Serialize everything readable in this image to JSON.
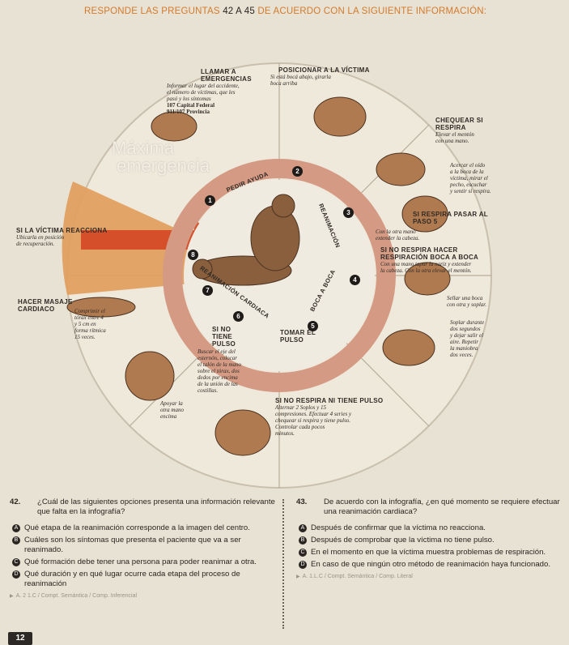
{
  "header": {
    "prefix": "RESPONDE LAS PREGUNTAS ",
    "highlight": "42 A 45",
    "suffix": " DE ACUERDO CON LA SIGUIENTE INFORMACIÓN:"
  },
  "colors": {
    "accent_orange": "#d57a2c",
    "arrow_red": "#d5502a",
    "ring_pink": "#d49a84",
    "paper": "#e7e2d3",
    "wheel_bg": "#efe9dc"
  },
  "infographic": {
    "main_banner": [
      "Máxima",
      "emergencia"
    ],
    "steps": {
      "call": {
        "title": "LLAMAR A EMERGENCIAS",
        "desc": [
          "Informar el lugar del accidente,",
          "el número de víctimas, que les",
          "pasó y los síntomas",
          "107 Capital Federal",
          "911/107 Provincia"
        ]
      },
      "position": {
        "title": "POSICIONAR A LA VÍCTIMA",
        "desc": [
          "Si está bocá abajo, girarla",
          "boca arriba"
        ]
      },
      "check": {
        "title": "CHEQUEAR SI RESPIRA",
        "desc": [
          "Elevar el mentón",
          "con una mano.",
          "Acercar el oído",
          "a la boca de la",
          "víctima, mirar el",
          "pecho, escuchar",
          "y sentir si respira."
        ]
      },
      "breathes": {
        "title": "SI RESPIRA PASAR AL PASO 5",
        "desc": [
          "Con la otra mano",
          "extender la cabeza."
        ]
      },
      "not_breathing": {
        "title": "SI NO RESPIRA HACER RESPIRACIÓN BOCA A BOCA",
        "desc": [
          "Con una mano tapar la nariz y extender",
          "la cabeza. Con la otra elevar el mentón.",
          "Sellar una boca",
          "con otra y soplar.",
          "Soplar durante",
          "dos segundos",
          "y dejar salir el",
          "aire. Repetir",
          "la maniobra",
          "dos veces."
        ]
      },
      "reacts": {
        "title": "SI LA VÍCTIMA REACCIONA",
        "desc": [
          "Ubicarla en posición",
          "de recuperación."
        ]
      },
      "cardiac": {
        "title": "HACER MASAJE CARDIACO",
        "desc": [
          "Comprimir el",
          "tórax entre 4",
          "y 5 cm en",
          "forma rítmica",
          "15 veces."
        ]
      },
      "no_pulse": {
        "title": "SI NO TIENE PULSO",
        "desc": [
          "Buscar el eje del",
          "esternón, colocar",
          "el talón de la mano",
          "sobre el tórax, dos",
          "dedos por encima",
          "de la unión de las",
          "costillas.",
          "Apoyar la",
          "otra mano",
          "encima"
        ]
      },
      "take_pulse": {
        "title": "TOMAR EL PULSO",
        "desc": []
      },
      "no_breath_no_pulse": {
        "title": "SI NO RESPIRA NI TIENE PULSO",
        "desc": [
          "Alternar 2 Soplos y 15",
          "compresiones. Efectuar 4 series y",
          "chequear si respira y tiene pulso.",
          "Controlar cada pocos",
          "minutos."
        ]
      }
    },
    "ring_labels": [
      "PEDIR AYUDA",
      "REANIMACIÓN",
      "BOCA A BOCA",
      "REANIMACIÓN CARDIACA"
    ],
    "numbers": [
      "1",
      "2",
      "3",
      "4",
      "5",
      "6",
      "7",
      "8"
    ]
  },
  "questions": {
    "q42": {
      "number": "42.",
      "text": "¿Cuál de las siguientes opciones presenta una información relevante que falta en la infografía?",
      "options": [
        {
          "key": "A",
          "text": "Qué etapa de la reanimación corresponde a la imagen del centro."
        },
        {
          "key": "B",
          "text": "Cuáles son los síntomas que presenta el paciente que va a ser reanimado."
        },
        {
          "key": "C",
          "text": "Qué formación debe tener una persona para poder reanimar a otra."
        },
        {
          "key": "D",
          "text": "Qué duración y en qué lugar ocurre cada etapa del proceso de reanimación"
        }
      ],
      "meta": "A. 2 1.C / Compt. Semántica / Comp. Inferencial"
    },
    "q43": {
      "number": "43.",
      "text": "De acuerdo con la infografía, ¿en qué momento se requiere efectuar una reanimación cardiaca?",
      "options": [
        {
          "key": "A",
          "text": "Después de confirmar que la víctima no reacciona."
        },
        {
          "key": "B",
          "text": "Después de comprobar que la víctima no tiene pulso."
        },
        {
          "key": "C",
          "text": "En el momento en que la víctima muestra problemas de respiración."
        },
        {
          "key": "D",
          "text": "En caso de que ningún otro método de reanimación haya funcionado."
        }
      ],
      "meta": "A. 1.L.C / Compt. Semántica / Comp. Literal"
    }
  },
  "footer": {
    "page": "12"
  }
}
